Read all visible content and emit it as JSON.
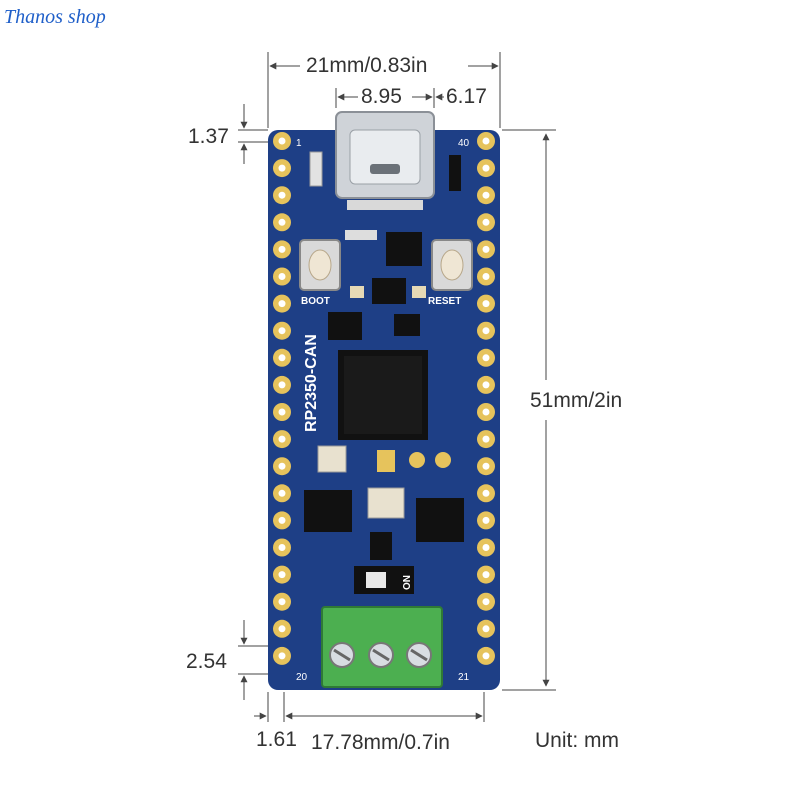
{
  "watermark": "Thanos shop",
  "board": {
    "name": "RP2350-CAN",
    "boot_label": "BOOT",
    "reset_label": "RESET",
    "pin_first": "1",
    "pin_40": "40",
    "pin_20": "20",
    "pin_21": "21",
    "switch_label": "ON"
  },
  "dimensions": {
    "width_total": "21mm/0.83in",
    "usb_width": "8.95",
    "usb_offset": "6.17",
    "top_offset": "1.37",
    "height_total": "51mm/2in",
    "pin_pitch": "2.54",
    "edge_offset": "1.61",
    "row_spacing": "17.78mm/0.7in"
  },
  "unit_label": "Unit: mm",
  "colors": {
    "pcb": "#1e3f86",
    "pad": "#e6c35c",
    "terminal": "#4caf50",
    "dim_line": "#444444"
  }
}
